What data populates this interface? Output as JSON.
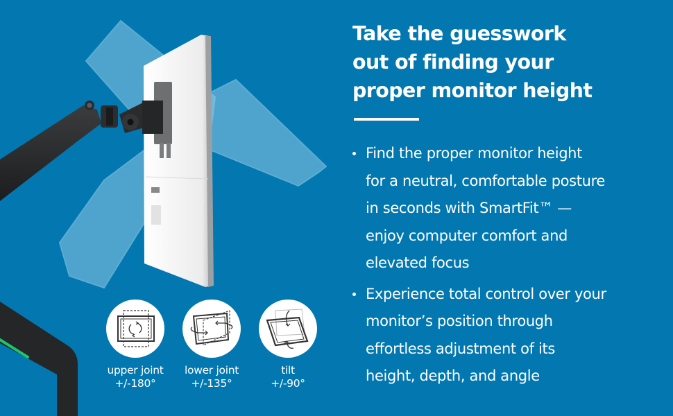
{
  "colors": {
    "background": "#0277b0",
    "text": "#ffffff",
    "arm": "#2a2c2e",
    "accent_green": "#1ec46a",
    "ghost_monitor": "#7fc1e0",
    "monitor_back": "#f4f4f4"
  },
  "headline": {
    "lines": [
      "Take the guesswork",
      "out of finding your",
      "proper monitor height"
    ]
  },
  "bullets": [
    {
      "lines": [
        "Find the proper monitor height",
        "for a neutral, comfortable posture",
        "in seconds with SmartFit™ —",
        "enjoy computer comfort and",
        "elevated focus"
      ]
    },
    {
      "lines": [
        "Experience total control over your",
        "monitor’s position through",
        "effortless adjustment of its",
        "height, depth, and angle"
      ]
    }
  ],
  "features": [
    {
      "icon": "rotate-icon",
      "label": "upper joint",
      "value": "+/-180°"
    },
    {
      "icon": "swivel-icon",
      "label": "lower joint",
      "value": "+/-135°"
    },
    {
      "icon": "tilt-icon",
      "label": "tilt",
      "value": "+/-90°"
    }
  ]
}
